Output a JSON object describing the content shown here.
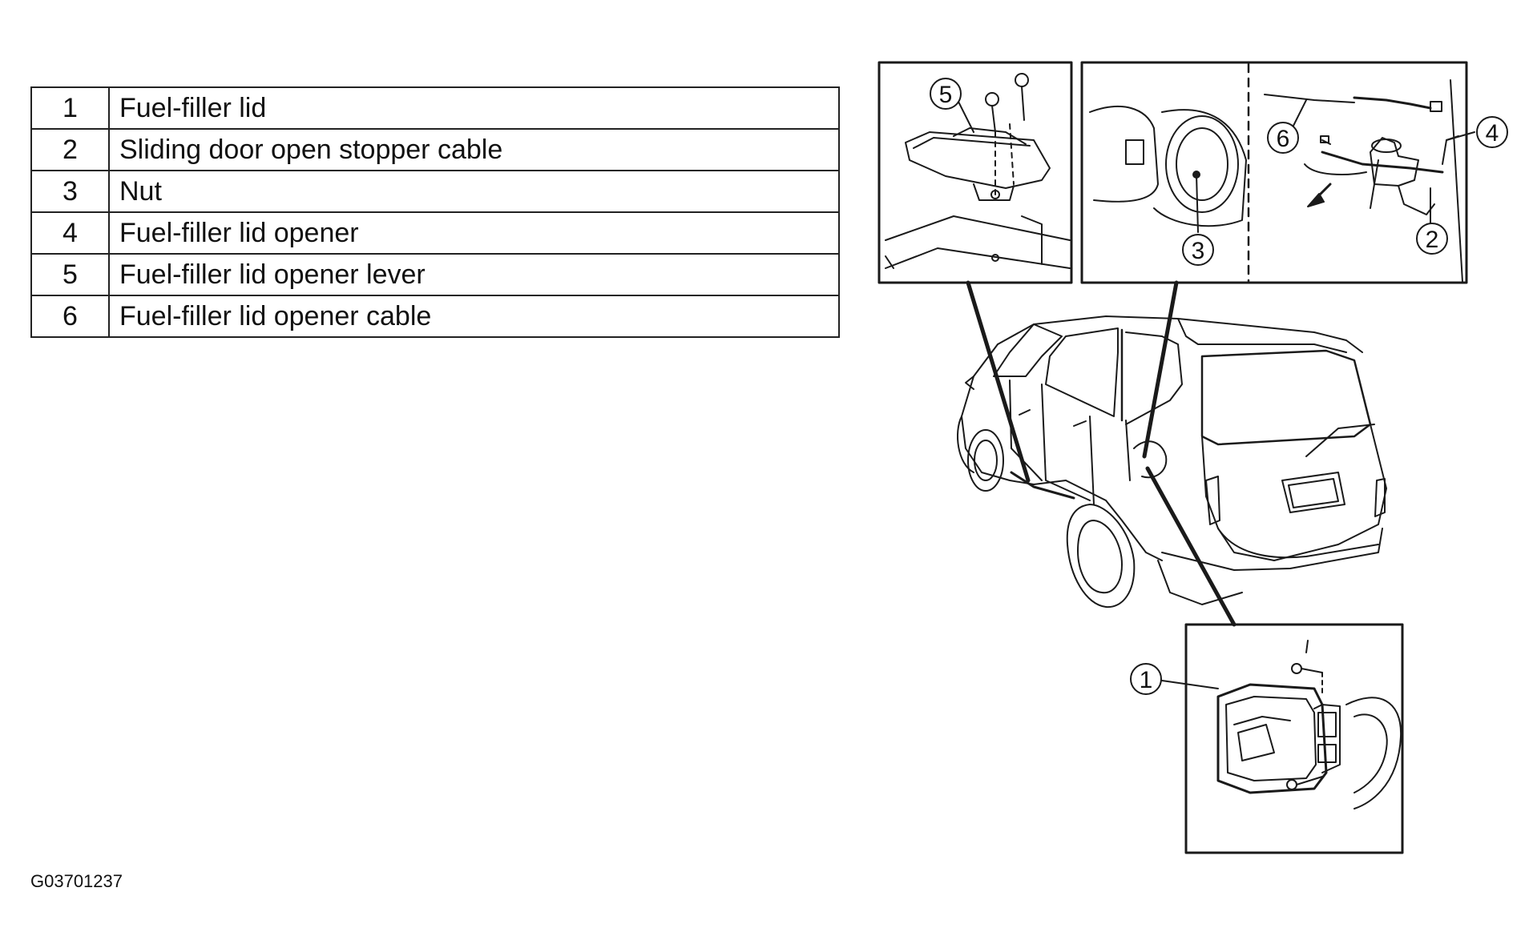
{
  "legend": {
    "rows": [
      {
        "num": "1",
        "label": "Fuel-filler lid"
      },
      {
        "num": "2",
        "label": "Sliding door open stopper cable"
      },
      {
        "num": "3",
        "label": "Nut"
      },
      {
        "num": "4",
        "label": "Fuel-filler lid opener"
      },
      {
        "num": "5",
        "label": "Fuel-filler lid opener lever"
      },
      {
        "num": "6",
        "label": "Fuel-filler lid opener cable"
      }
    ]
  },
  "callouts": {
    "c1": "1",
    "c2": "2",
    "c3": "3",
    "c4": "4",
    "c5": "5",
    "c6": "6"
  },
  "figure_code": "G03701237",
  "icons": {
    "vehicle": "minivan-outline-icon",
    "screw": "screw-icon",
    "bolt": "bolt-icon",
    "arrow": "pull-direction-arrow-icon"
  }
}
